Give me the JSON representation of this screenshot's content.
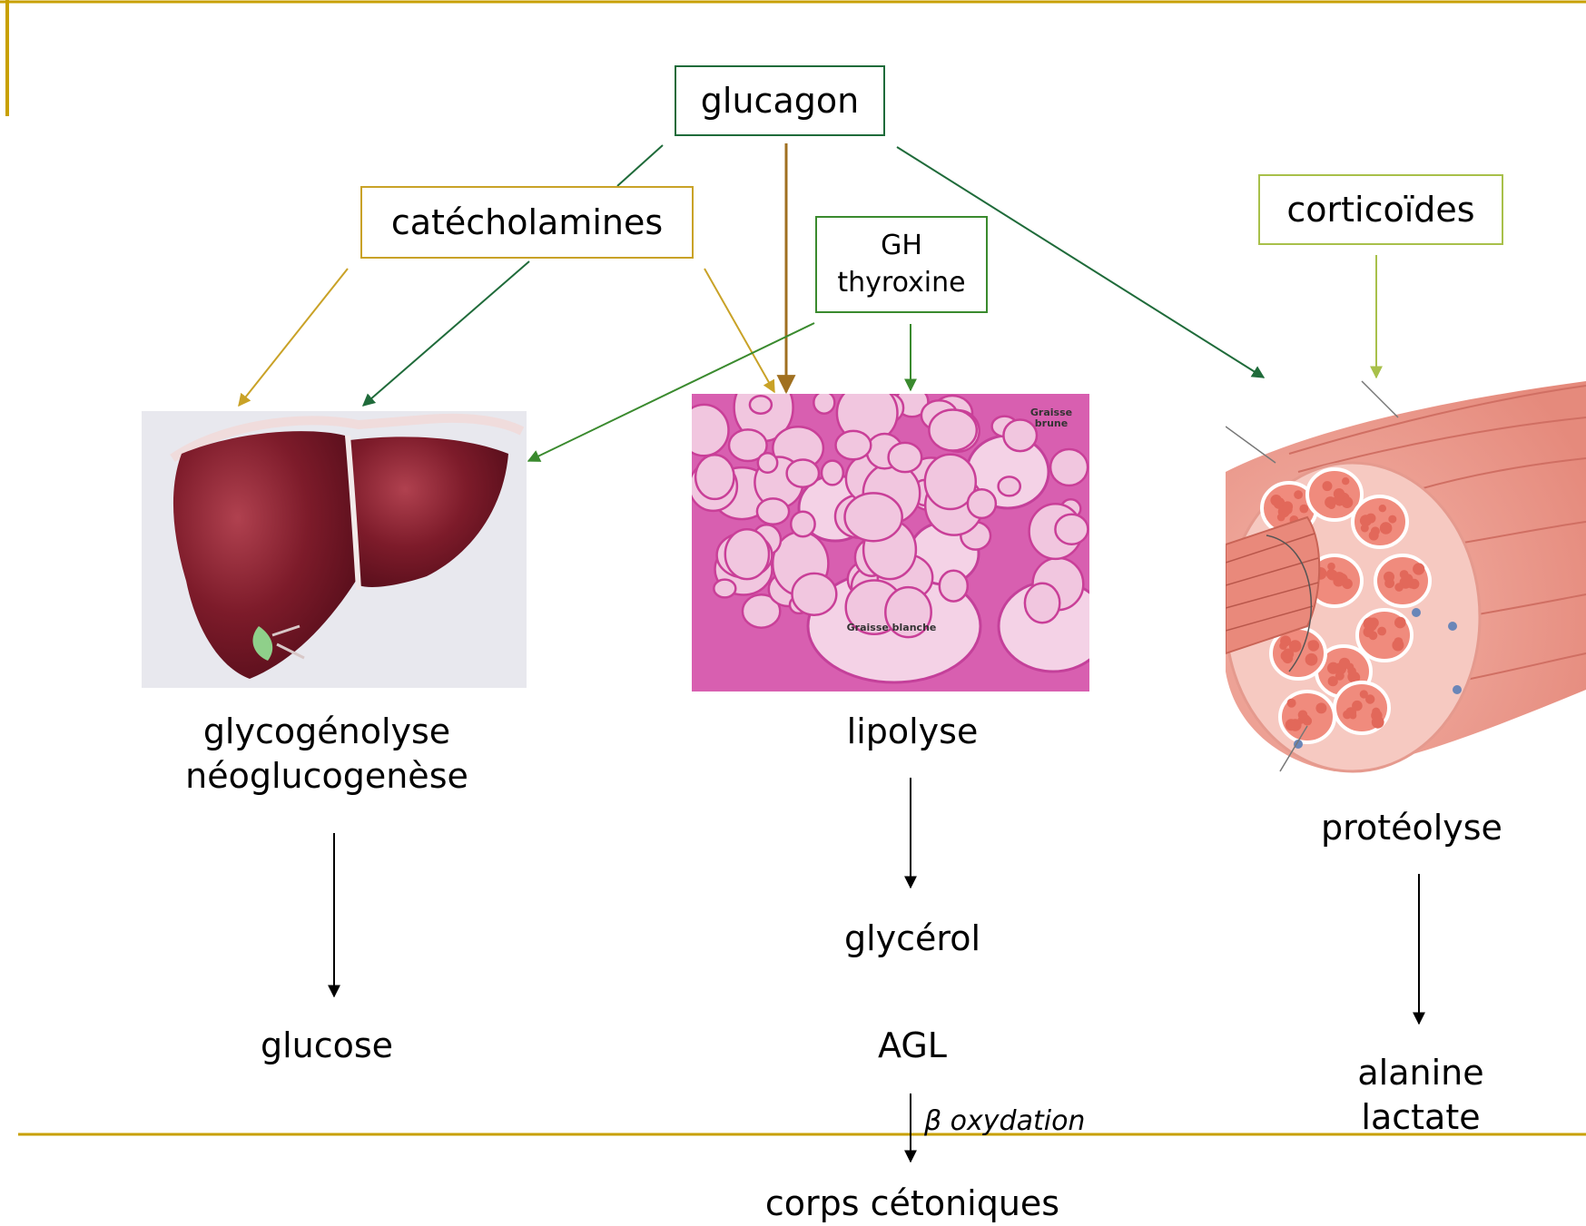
{
  "hormones": {
    "glucagon": "glucagon",
    "catecholamines": "catécholamines",
    "gh": "GH",
    "thyroxine": "thyroxine",
    "corticoides": "corticoïdes"
  },
  "processes": {
    "glycogenolyse": "glycogénolyse",
    "neoglucogenese": "néoglucogenèse",
    "lipolyse": "lipolyse",
    "proteolyse": "protéolyse"
  },
  "products": {
    "glucose": "glucose",
    "glycerol": "glycérol",
    "agl": "AGL",
    "beta_oxydation": "β oxydation",
    "corps_cetoniques": "corps cétoniques",
    "alanine": "alanine",
    "lactate": "lactate"
  },
  "fat_image_labels": {
    "brown_fat_1": "Graisse",
    "brown_fat_2": "brune",
    "white_fat": "Graisse blanche"
  },
  "colors": {
    "glucagon": "#1f6b3a",
    "catecholamines": "#c9a227",
    "gh_thyroxine": "#3a8a2e",
    "corticoides": "#a8c04a",
    "slide_rule": "#c8a000",
    "glucagon_down_arrow": "#a07020"
  }
}
